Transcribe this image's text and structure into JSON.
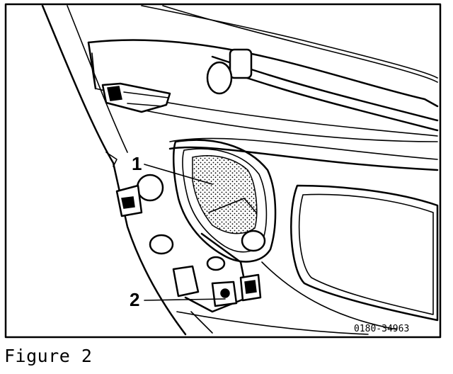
{
  "figure": {
    "callouts": [
      {
        "label": "1"
      },
      {
        "label": "2"
      }
    ],
    "reference_code": "0180-34963",
    "caption": "Figure 2"
  }
}
